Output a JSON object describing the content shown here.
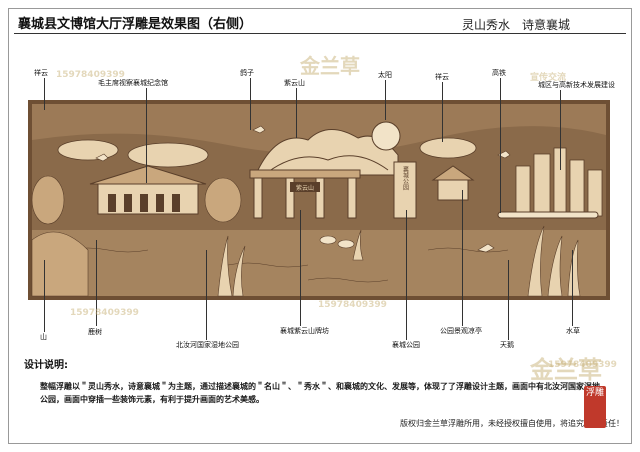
{
  "header": {
    "title": "襄城县文博馆大厅浮雕是效果图（右侧）",
    "subtitle": "灵山秀水　诗意襄城"
  },
  "callouts": {
    "xiangyun_left": "祥云",
    "shoudu": "毛主席视察襄城纪念馆",
    "bird": "鸽子",
    "ziyunshan": "紫云山",
    "taiyang": "太阳",
    "xiangyun_right": "祥云",
    "gaotie": "高铁",
    "city": "城区与高新技术发展建设",
    "shan": "山",
    "lushu": "鹿树",
    "wetland": "北汝河国家湿地公园",
    "gate": "襄城紫云山牌坊",
    "park": "襄城公园",
    "pavilion": "公园景观凉亭",
    "swan": "天鹅",
    "reed": "水草"
  },
  "panel_text": {
    "gate_sign": "紫云山",
    "stele": "襄城公园"
  },
  "description": {
    "heading": "设计说明:",
    "body": "整幅浮雕以＂灵山秀水，诗意襄城＂为主题，通过描述襄城的＂名山＂、＂秀水＂、和襄城的文化、发展等，体现了了浮雕设计主题，画面中有北汝河国家湿地公园，画面中穿插一些装饰元素，有利于提升画面的艺术美感。"
  },
  "footer": {
    "copyright": "版权归金兰草浮雕所用，未经授权擅自使用，将追究法律责任！"
  },
  "watermark": {
    "brand": "金兰草",
    "handle": "宣传交流",
    "phone": "15978409399",
    "stamp": "浮雕"
  },
  "colors": {
    "relief_bg": "#8a6a4a",
    "relief_light": "#e8d3b0",
    "relief_mid": "#c9a77d",
    "relief_dark": "#5a3f2a"
  }
}
